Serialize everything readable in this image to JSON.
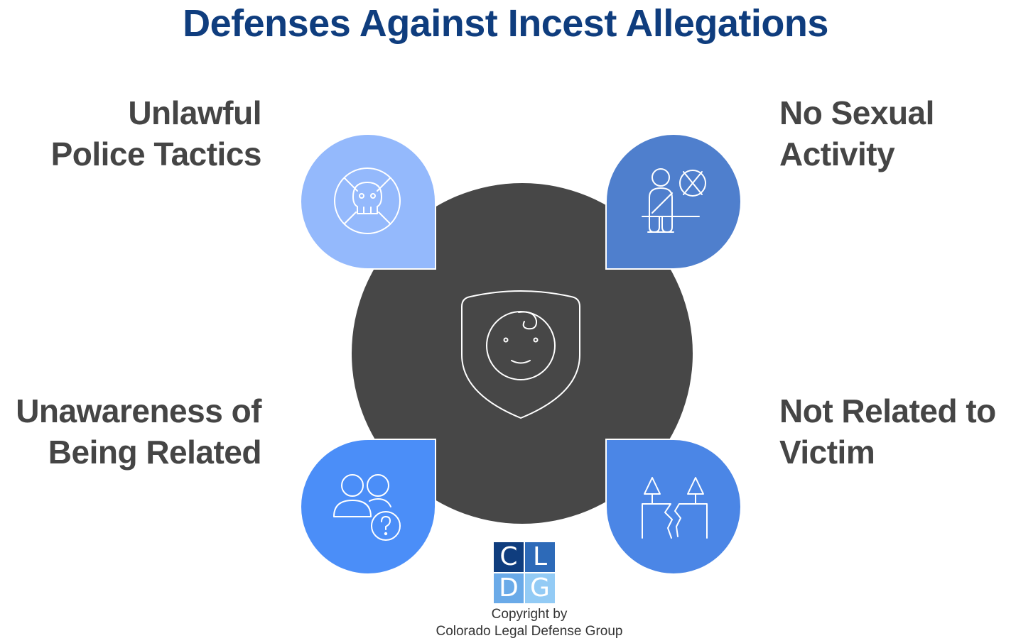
{
  "title": "Defenses Against Incest Allegations",
  "defenses": [
    {
      "position": "top-left",
      "lines": [
        "Unlawful",
        "Police Tactics"
      ],
      "icon": "banned-skull-icon",
      "color": "#94b9fc"
    },
    {
      "position": "top-right",
      "lines": [
        "No Sexual",
        "Activity"
      ],
      "icon": "seated-person-no-contact-icon",
      "color": "#4f7fcd"
    },
    {
      "position": "bottom-left",
      "lines": [
        "Unawareness of",
        "Being Related"
      ],
      "icon": "people-question-icon",
      "color": "#4b8ef8"
    },
    {
      "position": "bottom-right",
      "lines": [
        "Not Related to",
        "Victim"
      ],
      "icon": "broken-family-tree-icon",
      "color": "#4b86e6"
    }
  ],
  "center": {
    "icon": "child-shield-icon",
    "color": "#474747"
  },
  "logo": {
    "letters": [
      "C",
      "L",
      "D",
      "G"
    ],
    "colors": [
      "#0f3d7e",
      "#2d6ab8",
      "#6aaae8",
      "#93cbf5"
    ]
  },
  "copyright": {
    "line1": "Copyright by",
    "line2": "Colorado Legal Defense Group"
  }
}
